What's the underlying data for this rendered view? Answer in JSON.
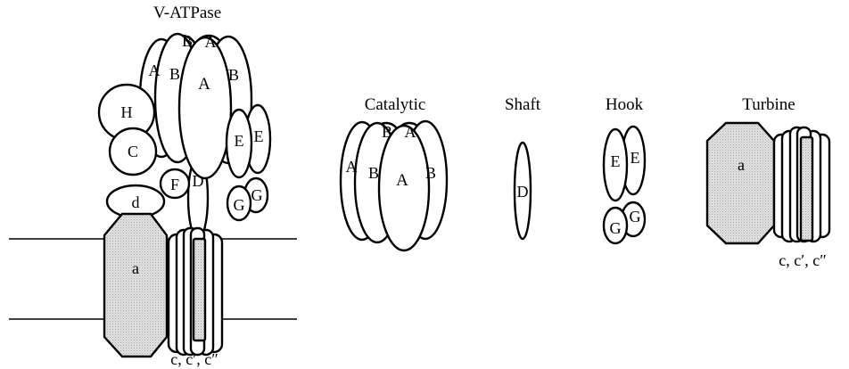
{
  "titles": {
    "full": "V-ATPase",
    "catalytic": "Catalytic",
    "shaft": "Shaft",
    "hook": "Hook",
    "turbine": "Turbine"
  },
  "labels": {
    "A": "A",
    "B": "B",
    "C": "C",
    "D": "D",
    "E": "E",
    "F": "F",
    "G": "G",
    "H": "H",
    "a": "a",
    "d": "d",
    "c_subunits": "c, c′, c″"
  },
  "colors": {
    "stroke": "#000000",
    "fill": "#ffffff",
    "membrane_protein_fill": "#dcdcdc"
  }
}
